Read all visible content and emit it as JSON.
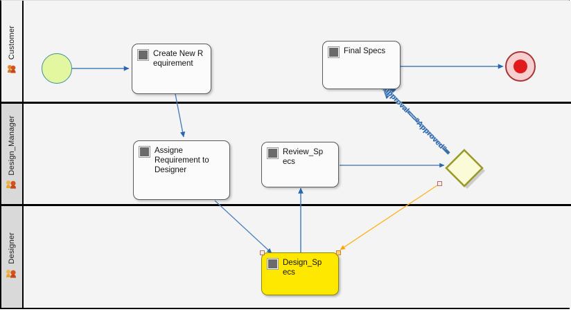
{
  "diagram": {
    "type": "bpmn-process-diagram",
    "lanes": [
      {
        "name": "Customer",
        "actor_icon": "person-icon"
      },
      {
        "name": "Design_Manager",
        "actor_icon": "people-icon"
      },
      {
        "name": "Designer",
        "actor_icon": "people-icon"
      }
    ],
    "nodes": [
      {
        "id": "start",
        "kind": "start-event",
        "label": "",
        "lane": "Customer"
      },
      {
        "id": "create_req",
        "kind": "task",
        "label": "Create New Requirement",
        "lane": "Customer",
        "marker": "manual-task-icon",
        "selected": false
      },
      {
        "id": "final_specs",
        "kind": "task",
        "label": "Final Specs",
        "lane": "Customer",
        "marker": "manual-task-icon",
        "selected": false
      },
      {
        "id": "end",
        "kind": "end-event",
        "label": "",
        "lane": "Customer"
      },
      {
        "id": "assign_req",
        "kind": "task",
        "label": "Assigne Requirement to Designer",
        "lane": "Design_Manager",
        "marker": "manual-task-icon",
        "selected": false
      },
      {
        "id": "review_specs",
        "kind": "task",
        "label": "Review_Specs",
        "lane": "Design_Manager",
        "marker": "manual-task-icon",
        "selected": false
      },
      {
        "id": "gateway",
        "kind": "exclusive-gateway",
        "label": "",
        "lane": "Design_Manager"
      },
      {
        "id": "design_specs",
        "kind": "task",
        "label": "Design_Specs",
        "lane": "Designer",
        "marker": "manual-task-icon",
        "selected": true
      }
    ],
    "flows": [
      {
        "from": "start",
        "to": "create_req",
        "label": ""
      },
      {
        "from": "create_req",
        "to": "assign_req",
        "label": ""
      },
      {
        "from": "assign_req",
        "to": "design_specs",
        "label": ""
      },
      {
        "from": "design_specs",
        "to": "review_specs",
        "label": ""
      },
      {
        "from": "review_specs",
        "to": "gateway",
        "label": ""
      },
      {
        "from": "gateway",
        "to": "final_specs",
        "label": "dm_approval ==\"Approved\""
      },
      {
        "from": "final_specs",
        "to": "end",
        "label": ""
      },
      {
        "from": "gateway",
        "to": "design_specs",
        "label": "",
        "state": "being-drawn"
      }
    ],
    "colors": {
      "flow": "#3a6ea5",
      "drawing_flow": "#ffa500",
      "selected_task_fill": "#ffe800",
      "start_event_fill": "#e2f7a0",
      "end_event_fill": "#f7cfcf",
      "end_event_inner": "#e01b1b",
      "gateway_fill": "#fbfbd8",
      "gateway_stroke": "#9a9a28",
      "lane_header_grey": "#d9d9d9",
      "lane_header_light": "#f2f2f2",
      "canvas": "#f4f4f4"
    }
  },
  "labels": {
    "edge_condition": "dm_approval ==\"Approved\""
  }
}
